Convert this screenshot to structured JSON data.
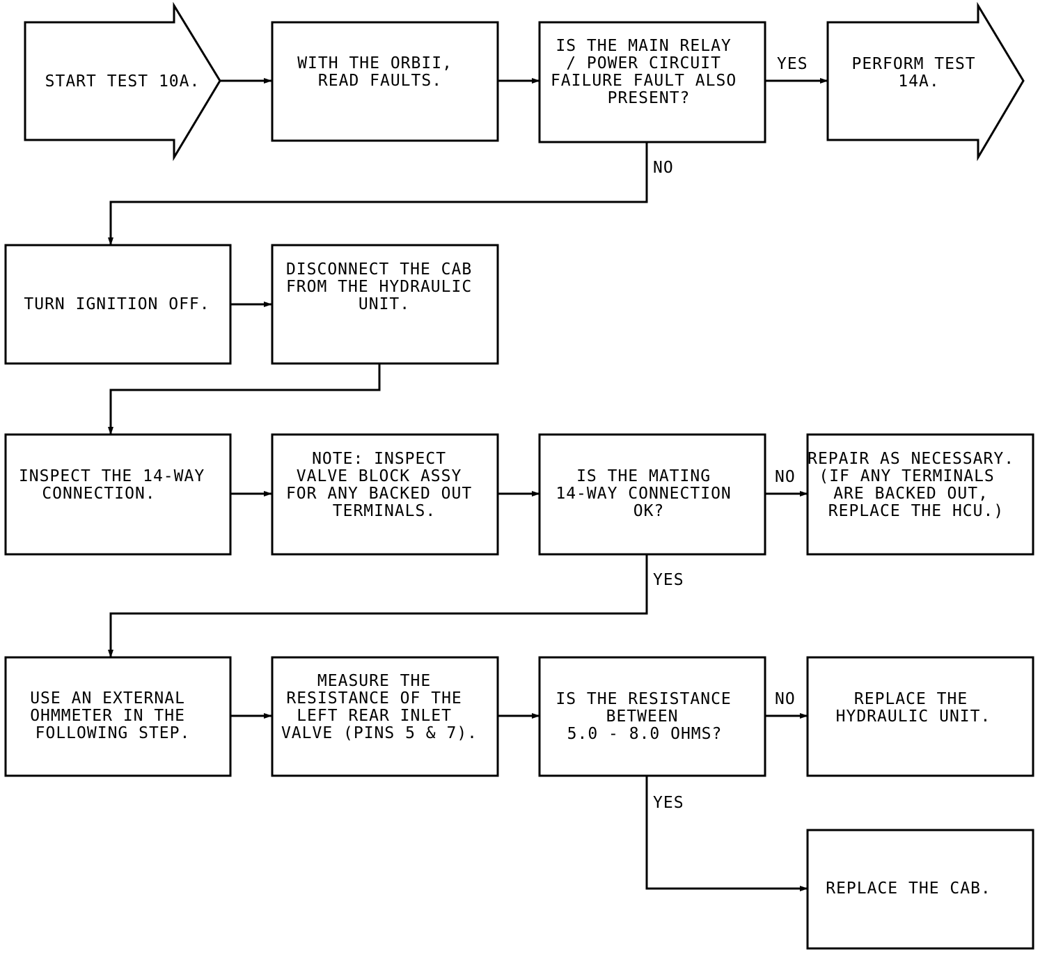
{
  "nodes": {
    "start": [
      "START TEST 10A."
    ],
    "read_faults": [
      "WITH THE ORBII,",
      "READ FAULTS."
    ],
    "main_relay_q": [
      "IS THE MAIN RELAY",
      "/ POWER CIRCUIT",
      "FAILURE FAULT ALSO",
      "PRESENT?"
    ],
    "perform_14a": [
      "PERFORM TEST",
      "14A."
    ],
    "ignition_off": [
      "TURN IGNITION OFF."
    ],
    "disconnect_cab": [
      "DISCONNECT THE CAB",
      "FROM THE HYDRAULIC",
      "UNIT."
    ],
    "inspect_14way": [
      "INSPECT THE 14-WAY",
      "CONNECTION."
    ],
    "note_inspect": [
      "NOTE:  INSPECT",
      "VALVE BLOCK ASSY",
      "FOR ANY BACKED OUT",
      "TERMINALS."
    ],
    "mating_q": [
      "IS THE MATING",
      "14-WAY CONNECTION",
      "OK?"
    ],
    "repair": [
      "REPAIR AS NECESSARY.",
      "(IF ANY TERMINALS",
      "ARE BACKED OUT,",
      "REPLACE THE HCU.)"
    ],
    "ohmmeter": [
      "USE AN EXTERNAL",
      "OHMMETER IN THE",
      "FOLLOWING STEP."
    ],
    "measure": [
      "MEASURE THE",
      "RESISTANCE OF THE",
      "LEFT REAR INLET",
      "VALVE (PINS 5 & 7)."
    ],
    "resistance_q": [
      "IS THE RESISTANCE",
      "BETWEEN",
      "5.0 - 8.0 OHMS?"
    ],
    "replace_hydraulic": [
      "REPLACE THE",
      "HYDRAULIC UNIT."
    ],
    "replace_cab": [
      "REPLACE THE CAB."
    ]
  },
  "labels": {
    "yes_main_relay": "YES",
    "no_main_relay": "NO",
    "no_mating": "NO",
    "yes_mating": "YES",
    "no_resistance": "NO",
    "yes_resistance": "YES"
  }
}
